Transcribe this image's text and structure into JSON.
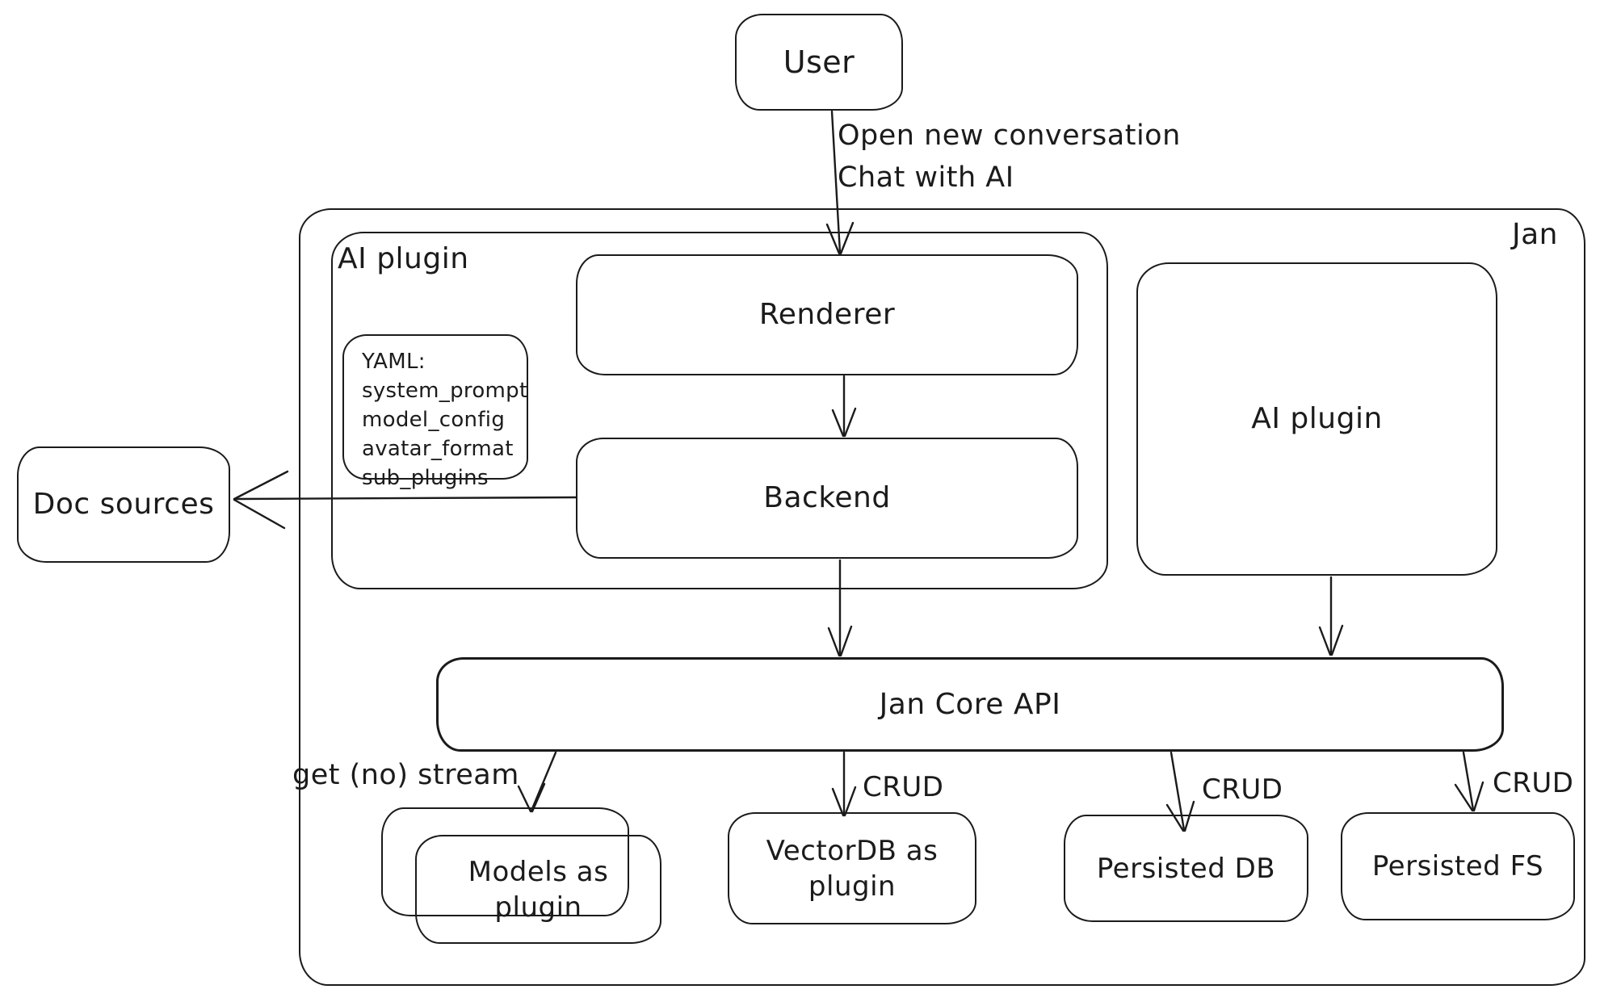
{
  "nodes": {
    "user": {
      "label": "User"
    },
    "jan_container": {
      "label": "Jan"
    },
    "ai_plugin_container": {
      "label": "AI plugin"
    },
    "yaml_note": {
      "title": "YAML:",
      "lines": [
        "system_prompt",
        "model_config",
        "avatar_format",
        "sub_plugins"
      ]
    },
    "renderer": {
      "label": "Renderer"
    },
    "backend": {
      "label": "Backend"
    },
    "doc_sources": {
      "label": "Doc sources"
    },
    "ai_plugin_right": {
      "label": "AI plugin"
    },
    "jan_core_api": {
      "label": "Jan Core API"
    },
    "models_plugin": {
      "label": "Models as plugin"
    },
    "vectordb_plugin": {
      "label": "VectorDB as plugin"
    },
    "persisted_db": {
      "label": "Persisted DB"
    },
    "persisted_fs": {
      "label": "Persisted FS"
    }
  },
  "edge_labels": {
    "user_to_renderer_line1": "Open new conversation",
    "user_to_renderer_line2": "Chat with AI",
    "core_to_models": "get (no) stream",
    "core_to_vectordb": "CRUD",
    "core_to_persisted_db": "CRUD",
    "core_to_persisted_fs": "CRUD"
  },
  "colors": {
    "stroke": "#1b1b1b",
    "background": "#ffffff"
  }
}
